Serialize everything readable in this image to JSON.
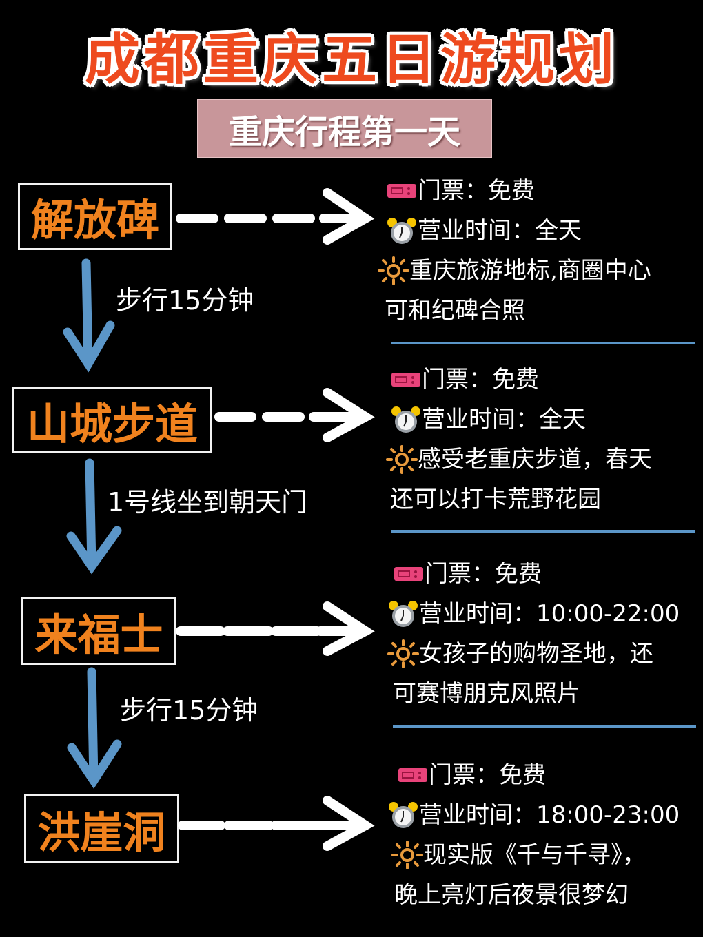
{
  "title": "成都重庆五日游规划",
  "subtitle": "重庆行程第一天",
  "colors": {
    "title": "#ee4a1e",
    "place": "#f0821e",
    "subtitle_bg": "#c8969a",
    "arrow_down": "#5b96c8",
    "separator": "#5b96c8"
  },
  "stops": [
    {
      "name": "解放碑",
      "ticket_label": "门票：",
      "ticket": "免费",
      "hours_label": "营业时间：",
      "hours": "全天",
      "desc_line1": "重庆旅游地标,商圈中心",
      "desc_line2": "可和纪碑合照"
    },
    {
      "name": "山城步道",
      "ticket_label": "门票：",
      "ticket": "免费",
      "hours_label": "营业时间：",
      "hours": "全天",
      "desc_line1": "感受老重庆步道，春天",
      "desc_line2": "还可以打卡荒野花园"
    },
    {
      "name": "来福士",
      "ticket_label": "门票：",
      "ticket": "免费",
      "hours_label": "营业时间：",
      "hours": "10:00-22:00",
      "desc_line1": "女孩子的购物圣地，还",
      "desc_line2": "可赛博朋克风照片"
    },
    {
      "name": "洪崖洞",
      "ticket_label": "门票：",
      "ticket": "免费",
      "hours_label": "营业时间：",
      "hours": "18:00-23:00",
      "desc_line1": "现实版《千与千寻》，",
      "desc_line2": "晚上亮灯后夜景很梦幻"
    }
  ],
  "transits": [
    "步行15分钟",
    "1号线坐到朝天门",
    "步行15分钟"
  ],
  "icons": {
    "ticket": "ticket-icon",
    "clock": "alarm-clock-icon",
    "sun": "sun-icon"
  }
}
